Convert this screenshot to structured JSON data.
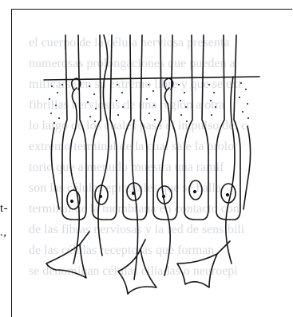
{
  "margin_fragments": [
    "t-",
    ".,"
  ],
  "bleed_text": [
    "el cuerpo de la célula nerviosa presenta",
    "numerosas prolongaciones que pueden a",
    "mificarse en su extremo libre y que se ext",
    "fibrillas nerviosas de una región a otra",
    "lo largo de los cuales pasa el impulso del c",
    "extremo terminal de la cual sale la prolo",
    "torio que a menudo muestra una ramif",
    "son las células epiteliales que se halla",
    "terminal de la membrana en contacto con",
    "de las fibras nerviosas y la red de sensibili",
    "de las células receptoras que forman",
    "se denominan células ciliadas o neuroepi"
  ],
  "colors": {
    "ink": "#151515",
    "paper": "#ffffff",
    "bleed": "#a9b0bb"
  }
}
